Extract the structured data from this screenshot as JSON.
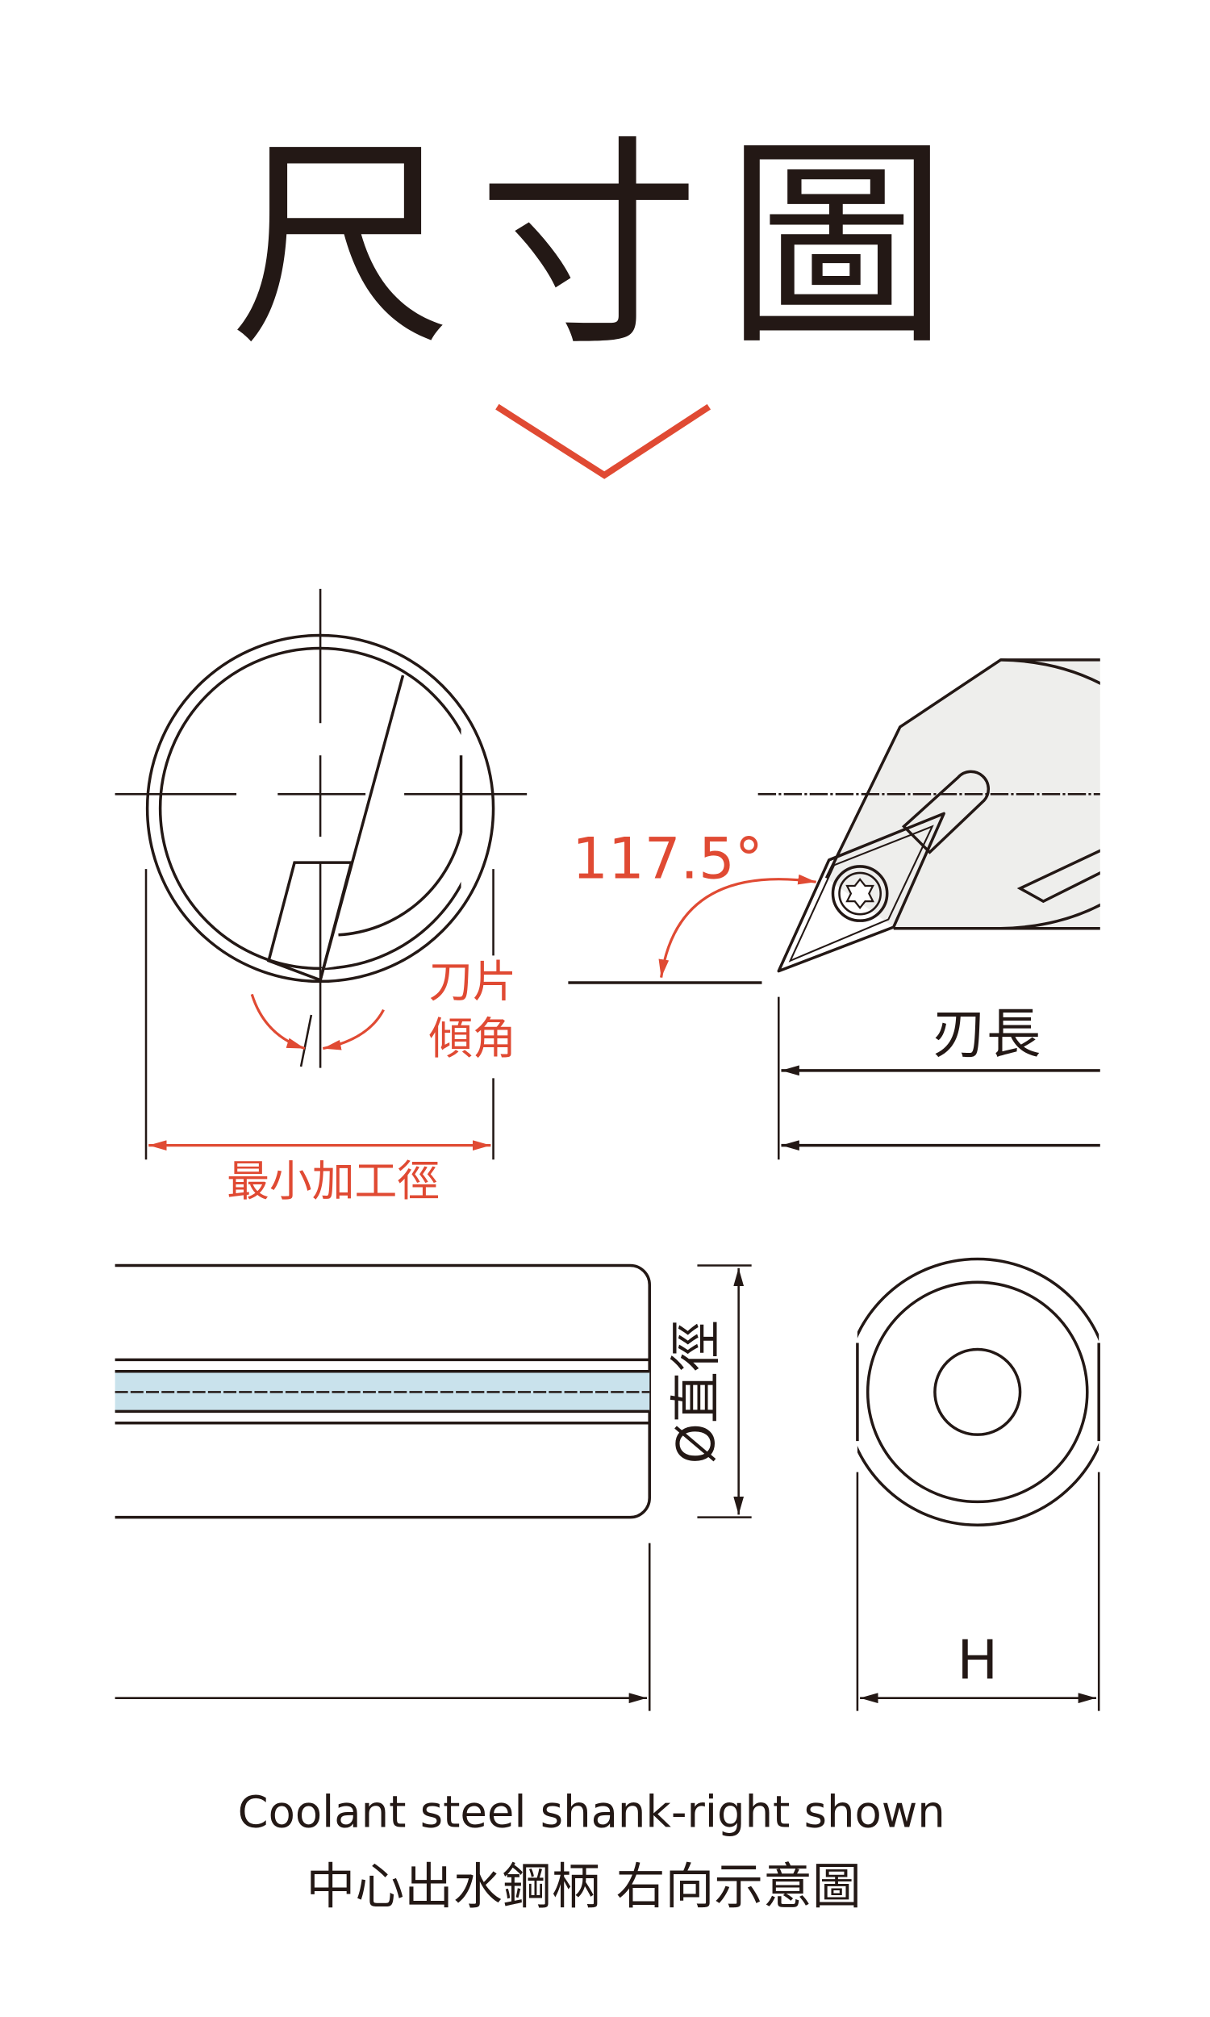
{
  "title": "尺寸圖",
  "colors": {
    "accent": "#e04a33",
    "insert": "#f0e020",
    "body": "#eeeeec",
    "coolant": "#c9e2ec",
    "line": "#231815"
  },
  "labels": {
    "insert_angle": "刀片",
    "insert_angle_2": "傾角",
    "min_bore": "最小加工徑",
    "approach_angle": "117.5°",
    "cutting_length": "刃長",
    "diameter": "Ø直徑",
    "height": "H"
  },
  "caption": {
    "english": "Coolant steel shank-right shown",
    "chinese": "中心出水鋼柄 右向示意圖"
  },
  "icons": [
    "chevron-down-icon",
    "torx-screw-icon"
  ]
}
